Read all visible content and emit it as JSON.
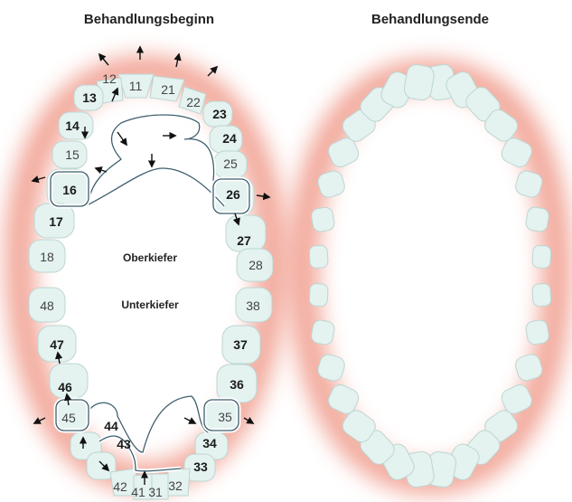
{
  "headings": {
    "left": "Behandlungsbeginn",
    "right": "Behandlungsende"
  },
  "jaw_labels": {
    "upper": "Oberkiefer",
    "lower": "Unterkiefer"
  },
  "teeth": {
    "t11": "11",
    "t12": "12",
    "t13": "13",
    "t14": "14",
    "t15": "15",
    "t16": "16",
    "t17": "17",
    "t18": "18",
    "t21": "21",
    "t22": "22",
    "t23": "23",
    "t24": "24",
    "t25": "25",
    "t26": "26",
    "t27": "27",
    "t28": "28",
    "t31": "31",
    "t32": "32",
    "t33": "33",
    "t34": "34",
    "t35": "35",
    "t36": "36",
    "t37": "37",
    "t38": "38",
    "t41": "41",
    "t42": "42",
    "t43": "43",
    "t44": "44",
    "t45": "45",
    "t46": "46",
    "t47": "47",
    "t48": "48"
  },
  "colors": {
    "gum_glow": "#e8624a",
    "tooth_fill": "#e4f2f0",
    "tooth_edge": "#bdd6d2",
    "wire": "#3d5f6e"
  }
}
